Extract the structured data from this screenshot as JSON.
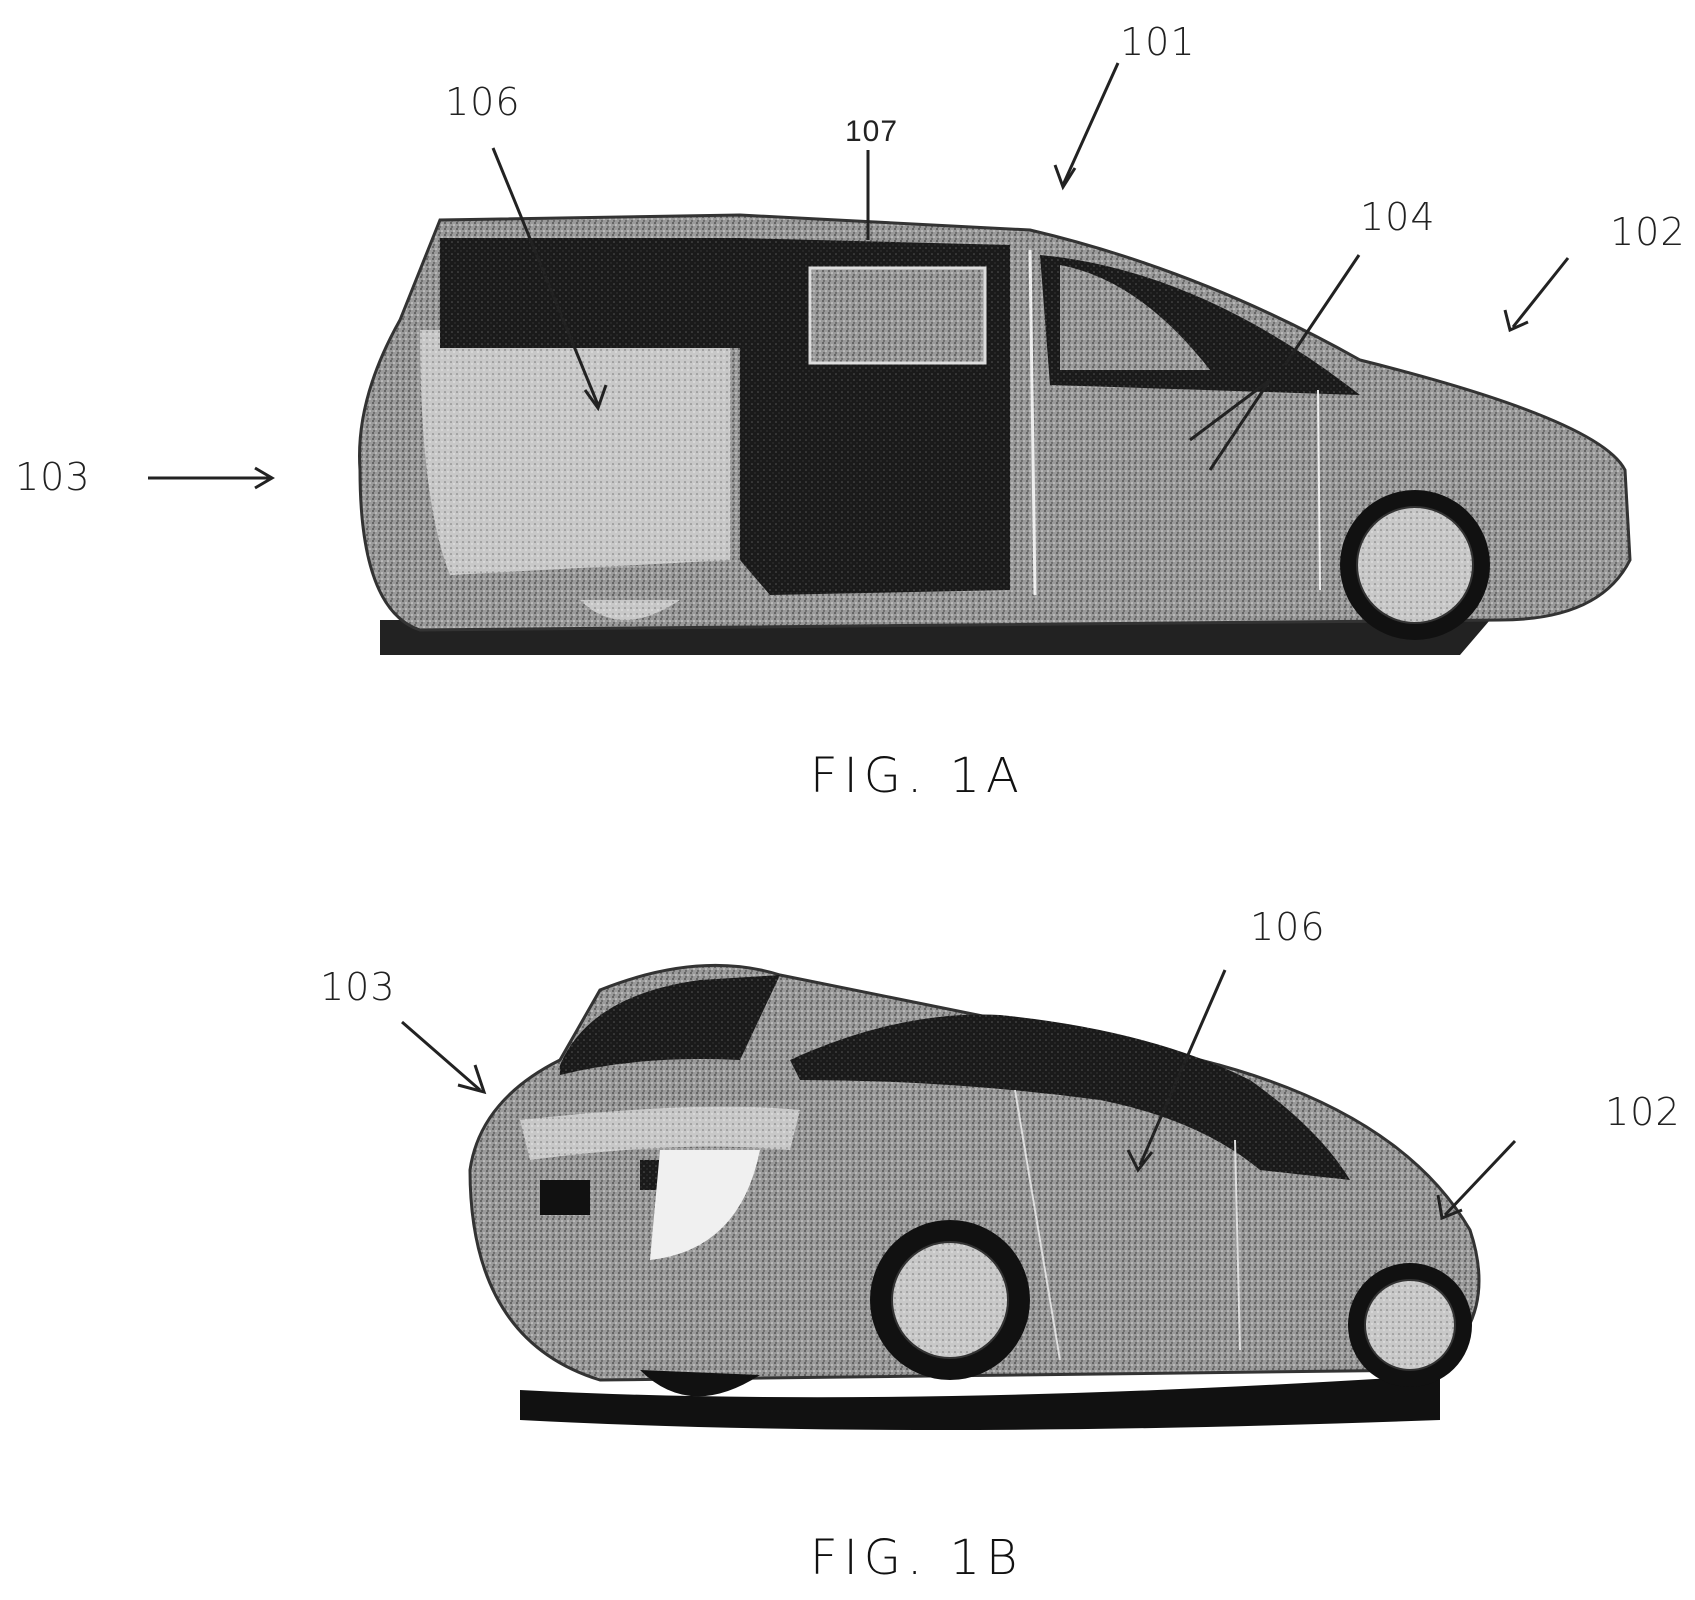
{
  "figures": [
    {
      "id": "fig-1a",
      "caption": "FIG. 1A",
      "view": "side view of minivan with rear door open",
      "reference_labels": [
        {
          "number": "101",
          "target": "vehicle"
        },
        {
          "number": "102",
          "target": "front"
        },
        {
          "number": "103",
          "target": "rear"
        },
        {
          "number": "104",
          "target": "front door"
        },
        {
          "number": "106",
          "target": "rear panel"
        },
        {
          "number": "107",
          "target": "sliding door"
        }
      ]
    },
    {
      "id": "fig-1b",
      "caption": "FIG. 1B",
      "view": "rear three-quarter view of minivan",
      "reference_labels": [
        {
          "number": "103",
          "target": "rear"
        },
        {
          "number": "106",
          "target": "side panel"
        },
        {
          "number": "102",
          "target": "front"
        }
      ]
    }
  ]
}
